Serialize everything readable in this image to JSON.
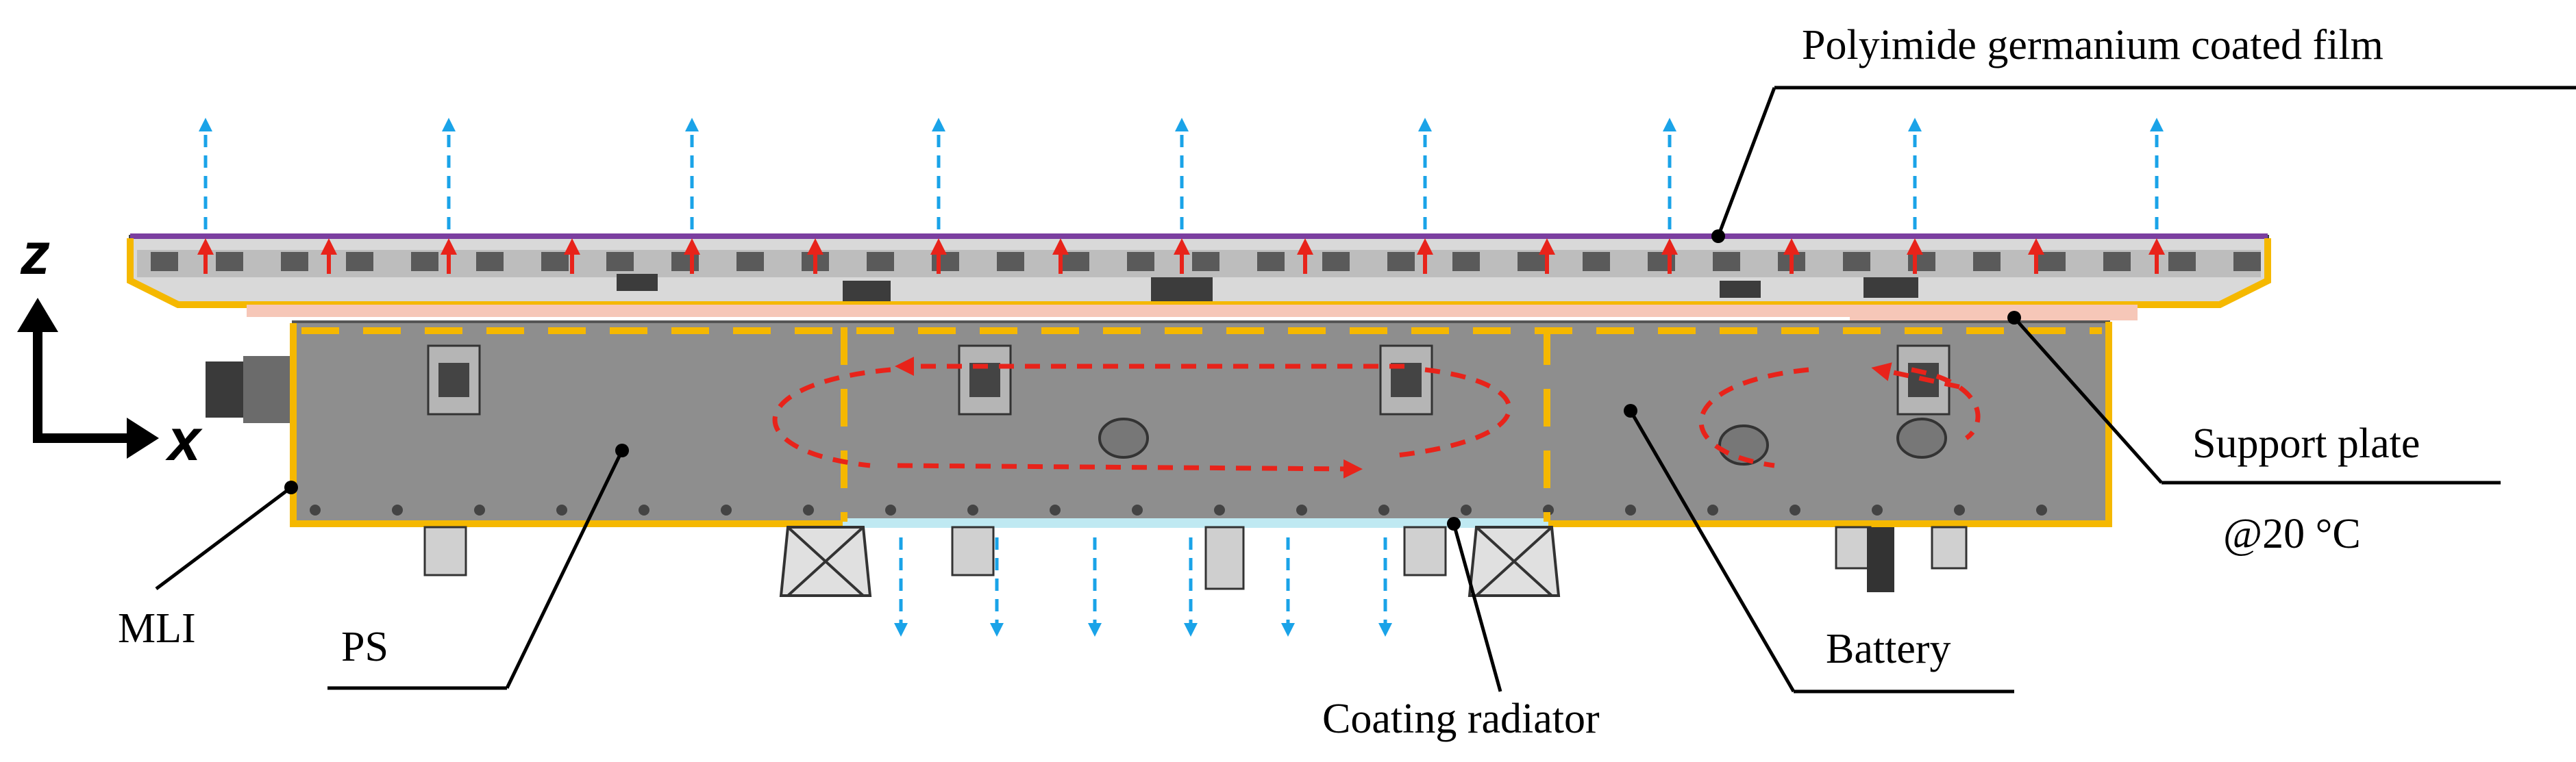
{
  "labels": {
    "film": "Polyimide germanium coated film",
    "support_plate": "Support plate",
    "temperature": "@20 °C",
    "mli": "MLI",
    "ps": "PS",
    "battery": "Battery",
    "radiator": "Coating radiator"
  },
  "axes": {
    "z": "z",
    "x": "x"
  },
  "colors": {
    "mli_outline": "#F5B800",
    "heat_out_arrows": "#1AA3E8",
    "heat_flow_arrows": "#E8231A",
    "film": "#7B3FA0",
    "support_plate": "#F6C7B8",
    "radiator": "#BFE9F2",
    "equipment_body": "#8E8E8E",
    "leader_lines": "#000000"
  },
  "icons": {
    "upward_heat_arrow": "dashed-up-arrow-icon",
    "downward_heat_arrow": "dashed-down-arrow-icon",
    "circulation_arrow": "dashed-loop-arrow-icon"
  }
}
